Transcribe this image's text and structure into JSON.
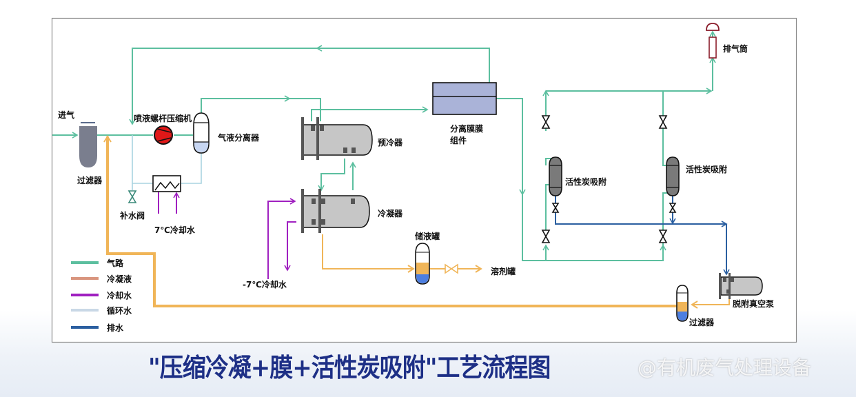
{
  "title": "\"压缩冷凝+膜+活性炭吸附\"工艺流程图",
  "watermark": "@有机废气处理设备",
  "colors": {
    "gas": "#5cbf9f",
    "condensate": "#f0b558",
    "cooling_water": "#a020c0",
    "circulating_water": "#a9d3e0",
    "drain": "#2b5fa0",
    "equipment_gray": "#c6c6c6",
    "membrane_fill": "#aab3d8",
    "carbon_fill": "#7a7a7a",
    "title": "#1d2f86"
  },
  "labels": {
    "inlet": "进气",
    "filter_in": "过滤器",
    "compressor": "喷液螺杆压缩机",
    "separator": "气液分离器",
    "makeup_valve": "补水阀",
    "cooling_7": "7℃冷却水",
    "precooler": "预冷器",
    "condenser": "冷凝器",
    "cooling_m7": "-7℃冷却水",
    "storage_tank": "储液罐",
    "solvent_tank": "溶剂罐",
    "membrane_line1": "分离膜膜",
    "membrane_line2": "组件",
    "exhaust": "排气筒",
    "carbon1": "活性炭吸附",
    "carbon2": "活性炭吸附",
    "vacuum_pump": "脱附真空泵",
    "filter_out": "过滤器"
  },
  "legend": [
    {
      "label": "气路",
      "color": "#5cbf9f"
    },
    {
      "label": "冷凝液",
      "color": "#d9957e"
    },
    {
      "label": "冷却水",
      "color": "#a020c0"
    },
    {
      "label": "循环水",
      "color": "#c9d8e6"
    },
    {
      "label": "排水",
      "color": "#2b5fa0"
    }
  ]
}
